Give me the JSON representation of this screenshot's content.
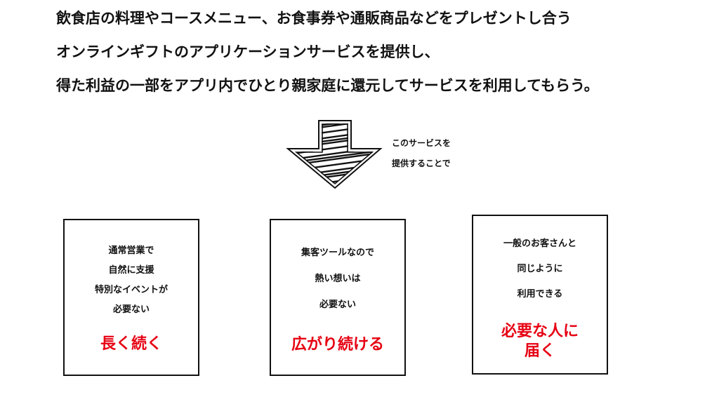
{
  "intro": {
    "lines": [
      "飲食店の料理やコースメニュー、お食事券や通販商品などをプレゼントし合う",
      "オンラインギフトのアプリケーションサービスを提供し、",
      "得た利益の一部をアプリ内でひとり親家庭に還元してサービスを利用してもらう。"
    ]
  },
  "arrow": {
    "caption": [
      "このサービスを",
      "提供することで"
    ]
  },
  "cards": [
    {
      "lines": [
        "通常営業で",
        "自然に支援",
        "特別なイベントが",
        "必要ない"
      ],
      "result": [
        "長く続く"
      ]
    },
    {
      "lines": [
        "集客ツールなので",
        "熱い想いは",
        "必要ない"
      ],
      "result": [
        "広がり続ける"
      ]
    },
    {
      "lines": [
        "一般のお客さんと",
        "同じように",
        "利用できる"
      ],
      "result": [
        "必要な人に",
        "届く"
      ]
    }
  ],
  "colors": {
    "accent": "#e60012",
    "text": "#111111",
    "background": "#ffffff"
  }
}
